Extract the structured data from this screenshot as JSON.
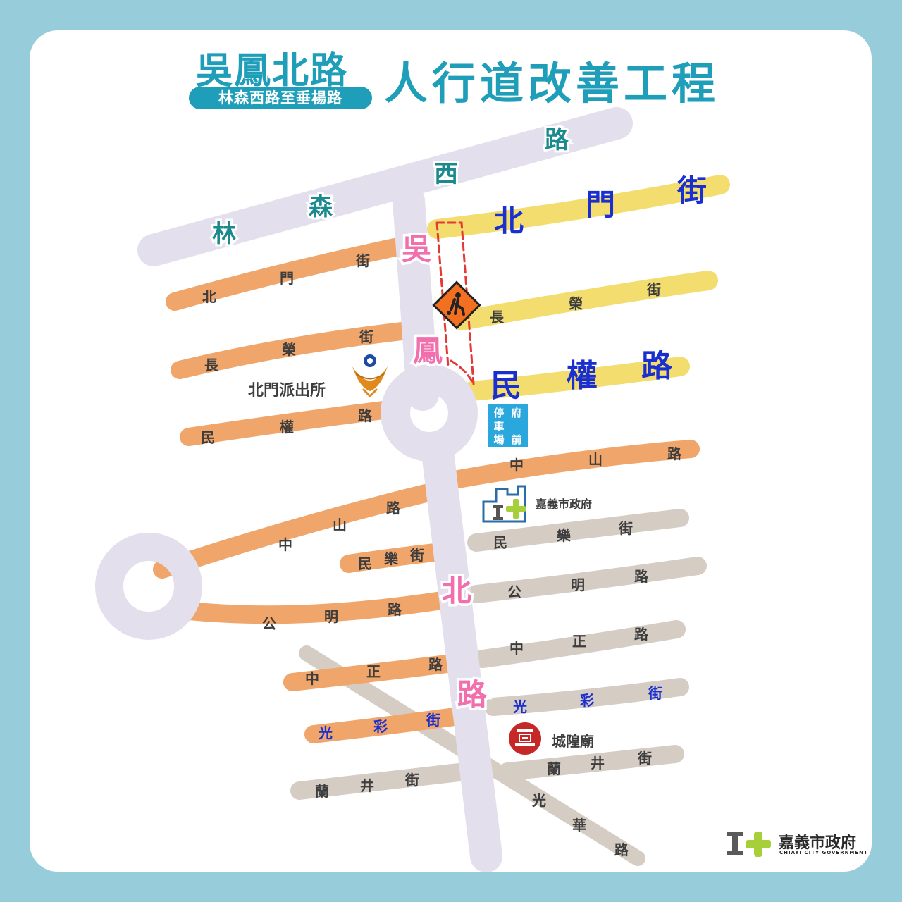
{
  "title": {
    "road_name": "吳鳳北路",
    "section": "林森西路至垂楊路",
    "project": "人行道改善工程"
  },
  "colors": {
    "background": "#97cddb",
    "accent": "#1e9eb8",
    "main_road": "#e3dfec",
    "orange_street": "#f0a56b",
    "yellow_street": "#f2dd6e",
    "gray_street": "#d5ccc4",
    "pink_label": "#f26fae",
    "blue_label": "#1a2fd0",
    "teal_label": "#1b8a8f",
    "work_zone": "#e53935",
    "work_sign": "#f37021"
  },
  "roads": {
    "linsen_west": [
      "林",
      "森",
      "西",
      "路"
    ],
    "wufeng_north": [
      "吳",
      "鳳",
      "北",
      "路"
    ],
    "beimen_east": [
      "北",
      "門",
      "街"
    ],
    "beimen_west": [
      "北",
      "門",
      "街"
    ],
    "changrong_east": [
      "長",
      "榮",
      "街"
    ],
    "changrong_west": [
      "長",
      "榮",
      "街"
    ],
    "minquan_east": [
      "民",
      "權",
      "路"
    ],
    "minquan_west": [
      "民",
      "權",
      "路"
    ],
    "zhongshan_east": [
      "中",
      "山",
      "路"
    ],
    "zhongshan_west": [
      "中",
      "山",
      "路"
    ],
    "minle_east": [
      "民",
      "樂",
      "街"
    ],
    "minle_west": [
      "民",
      "樂",
      "街"
    ],
    "gongming_east": [
      "公",
      "明",
      "路"
    ],
    "gongming_west": [
      "公",
      "明",
      "路"
    ],
    "zhongzheng_east": [
      "中",
      "正",
      "路"
    ],
    "zhongzheng_west": [
      "中",
      "正",
      "路"
    ],
    "guangcai_east": [
      "光",
      "彩",
      "街"
    ],
    "guangcai_west": [
      "光",
      "彩",
      "街"
    ],
    "lanjing_east": [
      "蘭",
      "井",
      "街"
    ],
    "lanjing_west": [
      "蘭",
      "井",
      "街"
    ],
    "guanghua": [
      "光",
      "華",
      "路"
    ]
  },
  "landmarks": {
    "police_station": "北門派出所",
    "city_hall": "嘉義市政府",
    "temple": "城隍廟",
    "parking": [
      "停",
      "車",
      "場",
      "府",
      "前"
    ]
  },
  "work_sign_icon": "construction-worker-icon",
  "logo": {
    "name": "嘉義市政府",
    "english": "CHIAYI CITY GOVERNMENT"
  }
}
